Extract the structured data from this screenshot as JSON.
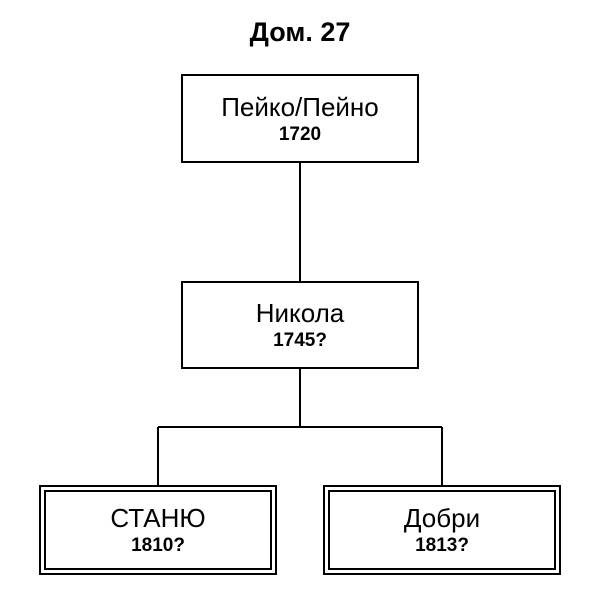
{
  "title": "Дом. 27",
  "nodes": {
    "root": {
      "name": "Пейко/Пейно",
      "year": "1720"
    },
    "child": {
      "name": "Никола",
      "year": "1745?"
    },
    "grandchild_left": {
      "name": "СТАНЮ",
      "year": "1810?"
    },
    "grandchild_right": {
      "name": "Добри",
      "year": "1813?"
    }
  },
  "colors": {
    "line": "#000000",
    "background": "#ffffff"
  }
}
